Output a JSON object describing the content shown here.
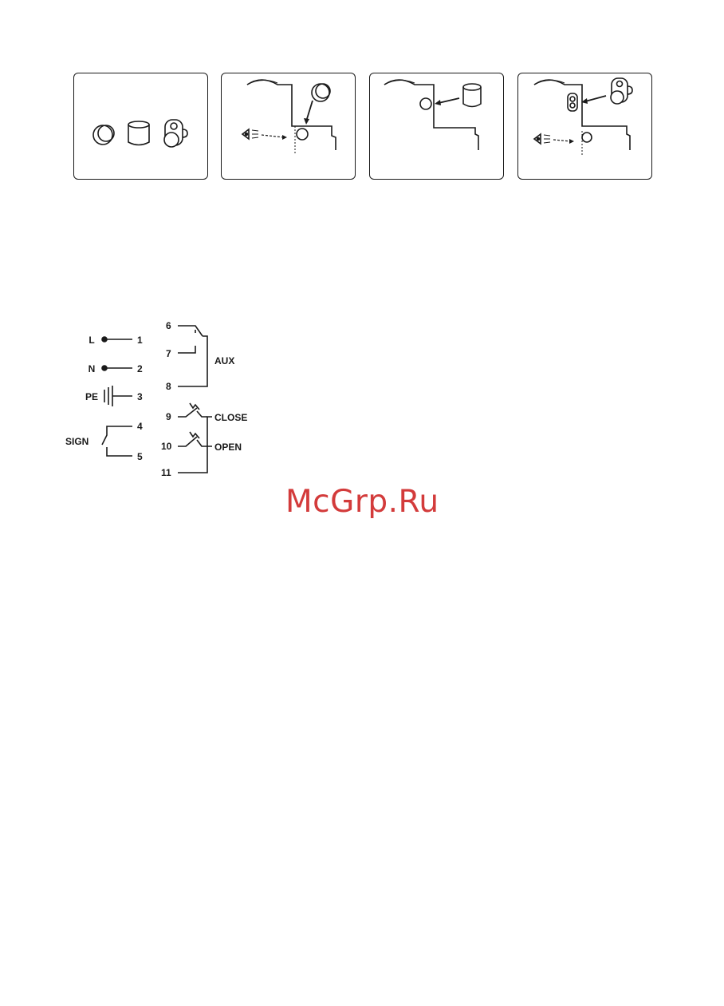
{
  "icons": {
    "seals": "double-ring-seal-icon",
    "cylinder": "cylinder-cap-icon",
    "knob": "mounting-knob-icon",
    "eye": "eye-icon"
  },
  "colors": {
    "ink": "#1a1a1a",
    "watermark": "#d33b3b"
  },
  "wiring": {
    "power": [
      {
        "label": "L",
        "terminal": "1"
      },
      {
        "label": "N",
        "terminal": "2"
      },
      {
        "label": "PE",
        "terminal": "3"
      }
    ],
    "sign": {
      "label": "SIGN",
      "terminals": [
        "4",
        "5"
      ]
    },
    "aux": {
      "label": "AUX",
      "terminals": [
        "6",
        "7",
        "8"
      ]
    },
    "close": {
      "label": "CLOSE",
      "terminal": "9"
    },
    "open": {
      "label": "OPEN",
      "terminal": "10"
    },
    "common": {
      "terminal": "11"
    }
  },
  "watermark": {
    "text": "McGrp.Ru"
  }
}
